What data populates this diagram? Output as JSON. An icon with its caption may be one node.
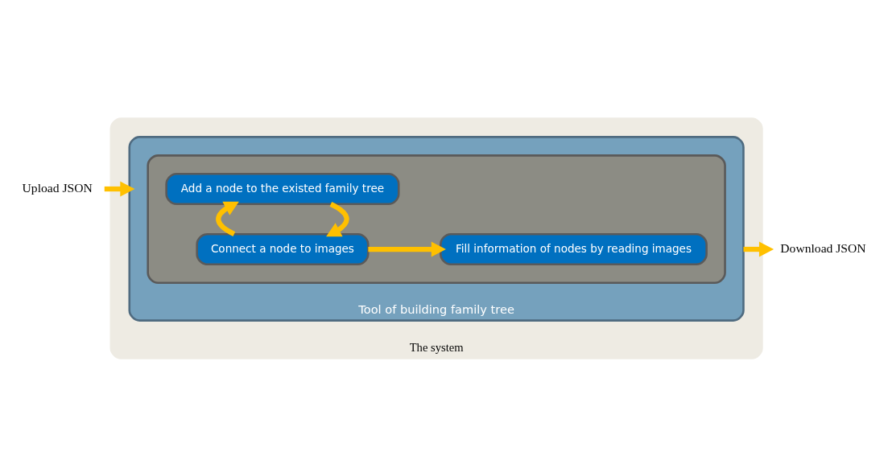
{
  "diagram": {
    "nodes": [
      {
        "text": [
          "The system"
        ]
      },
      {
        "text": [
          "Tool of building family tree"
        ],
        "in": 0
      },
      {
        "text": [],
        "shape": "box",
        "in": 1
      },
      {
        "text": [
          "Add a node to the existed family tree"
        ],
        "in": 2
      },
      {
        "text": [
          "Connect a node to images"
        ],
        "in": 2
      },
      {
        "text": [
          "Fill information of nodes by reading images"
        ],
        "in": 2
      },
      {
        "text": [
          "Upload JSON"
        ]
      },
      {
        "text": [
          "Download JSON"
        ]
      }
    ],
    "edges": [
      {
        "from": 6,
        "to": 1,
        "arrow": "to"
      },
      {
        "from": 3,
        "to": 4,
        "arrow": "to"
      },
      {
        "from": 4,
        "to": 3,
        "arrow": "to"
      },
      {
        "from": 4,
        "to": 5,
        "arrow": "to"
      },
      {
        "from": 1,
        "to": 7,
        "arrow": "to"
      }
    ]
  }
}
